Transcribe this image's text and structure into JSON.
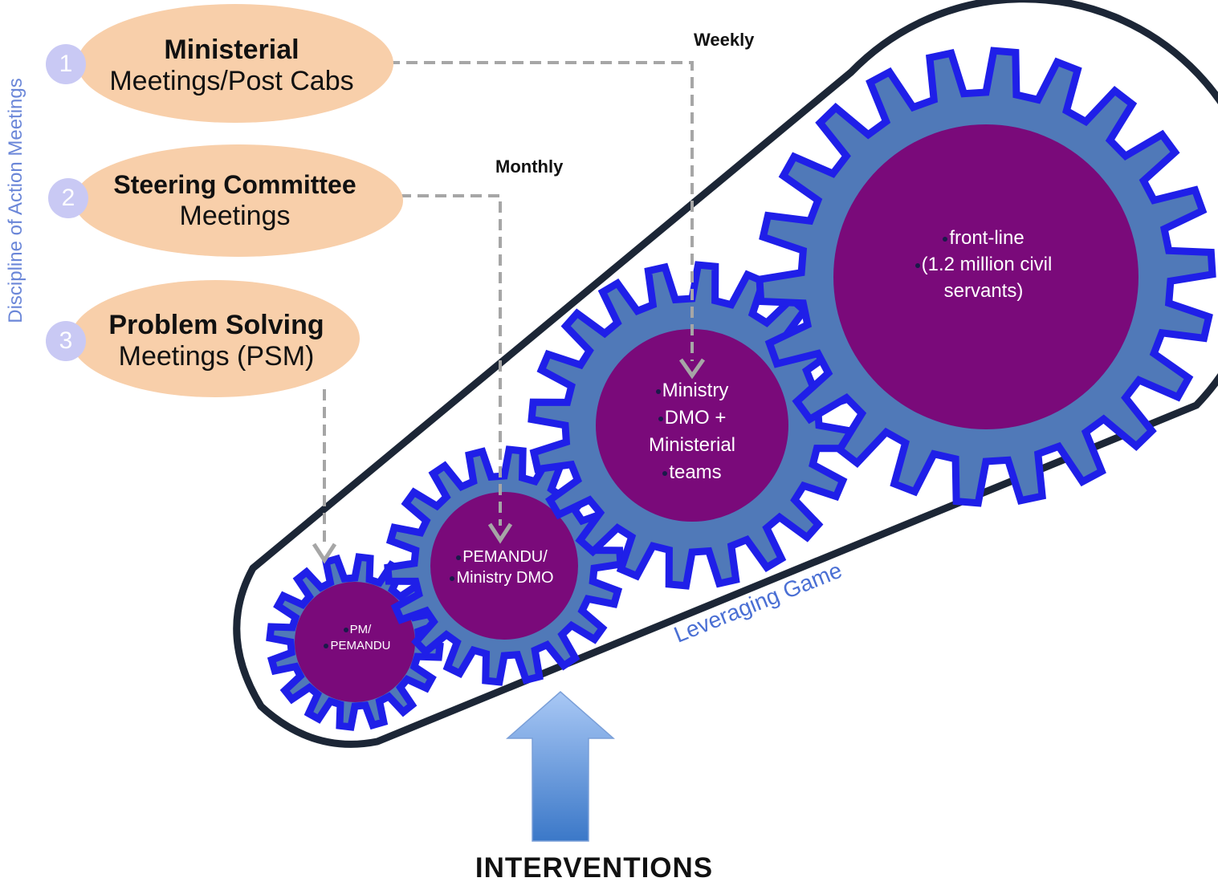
{
  "side_label": "Discipline of Action Meetings",
  "meetings": [
    {
      "number": "1",
      "title": "Ministerial",
      "subtitle": "Meetings/Post Cabs"
    },
    {
      "number": "2",
      "title": "Steering Committee",
      "subtitle": "Meetings"
    },
    {
      "number": "3",
      "title": "Problem Solving",
      "subtitle": "Meetings (PSM)"
    }
  ],
  "frequencies": {
    "weekly": "Weekly",
    "monthly": "Monthly"
  },
  "gears": {
    "g1": {
      "line1": "PM/",
      "line2": "PEMANDU"
    },
    "g2": {
      "line1": "PEMANDU/",
      "line2": "Ministry DMO"
    },
    "g3": {
      "line1": "Ministry",
      "line2": "DMO +",
      "line3": "Ministerial",
      "line4": "teams"
    },
    "g4": {
      "line1": "front-line",
      "line2": "(1.2 million civil",
      "line3": "servants)"
    }
  },
  "belt_label": "Leveraging Game",
  "bottom_label": "INTERVENTIONS",
  "colors": {
    "gear_outline": "#1f1fe8",
    "gear_body": "#5079b8",
    "gear_hub": "#7a0a7a",
    "bubble": "#f8cfaa",
    "belt": "#1c2636",
    "dashed_arrow": "#a6a6a6",
    "number_badge": "#c9c9f4",
    "accent_text": "#4a6fd4"
  }
}
